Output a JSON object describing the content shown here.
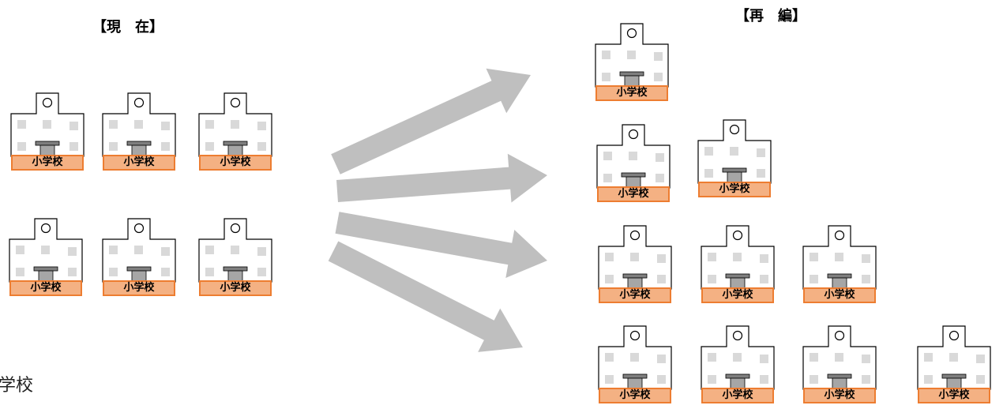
{
  "headings": {
    "current": "【現　在】",
    "reorganized": "【再　編】"
  },
  "school_label": "小学校",
  "caption": "学校",
  "colors": {
    "label_fill": "#f4b183",
    "label_border": "#ed7d31",
    "arrow": "#bfbfbf",
    "window": "#d9d9d9",
    "door": "#a6a6a6"
  },
  "icons": {
    "school": "school-building-icon",
    "arrow": "right-arrow-icon"
  },
  "groups": {
    "current": {
      "school_count": 6,
      "rows": [
        3,
        3
      ]
    },
    "reorganized": {
      "school_count": 10,
      "rows": [
        1,
        2,
        3,
        4
      ]
    }
  },
  "arrow_count": 4
}
